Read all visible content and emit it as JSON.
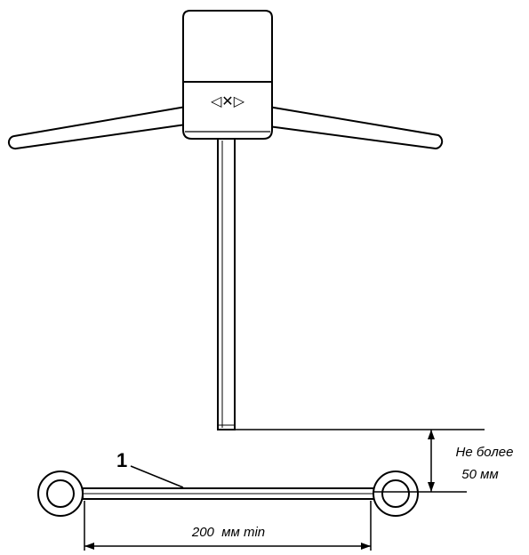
{
  "callout": {
    "number": "1"
  },
  "dimensions": {
    "gap_line1": "Не более",
    "gap_line2": "50 мм",
    "width": "200  мм min"
  },
  "turnstile": {
    "panel_symbol": "◁✕▷"
  },
  "colors": {
    "stroke": "#000000",
    "background": "#ffffff"
  }
}
